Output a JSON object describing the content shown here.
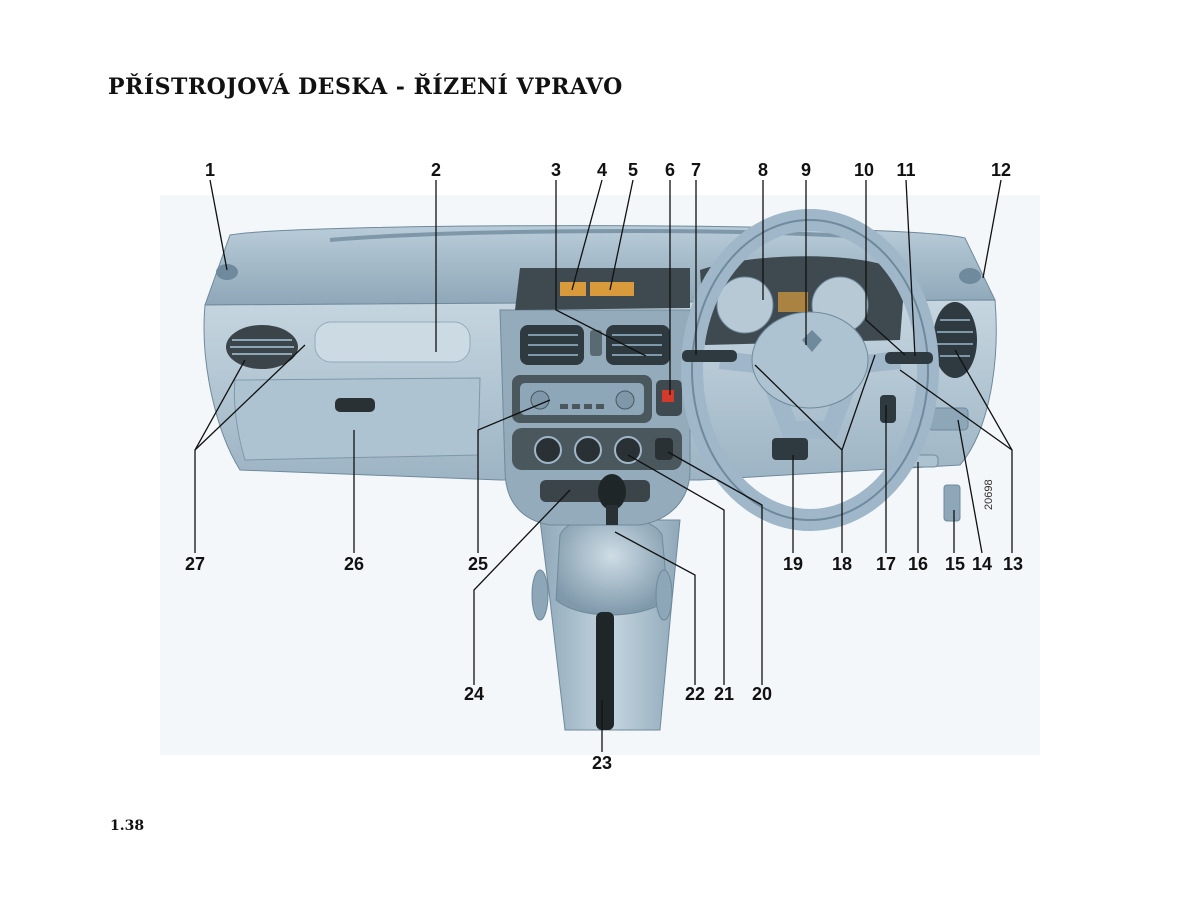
{
  "title": "PŘÍSTROJOVÁ DESKA - ŘÍZENÍ VPRAVO",
  "page_number": "1.38",
  "figure_ref": "20698",
  "callouts": [
    "1",
    "2",
    "3",
    "4",
    "5",
    "6",
    "7",
    "8",
    "9",
    "10",
    "11",
    "12",
    "13",
    "14",
    "15",
    "16",
    "17",
    "18",
    "19",
    "20",
    "21",
    "22",
    "23",
    "24",
    "25",
    "26",
    "27"
  ],
  "colors": {
    "dash": "#9fb7c8",
    "dash_dark": "#6f8a9c",
    "dash_light": "#c9d9e3",
    "dark": "#2f3a40",
    "leader": "#111111"
  }
}
